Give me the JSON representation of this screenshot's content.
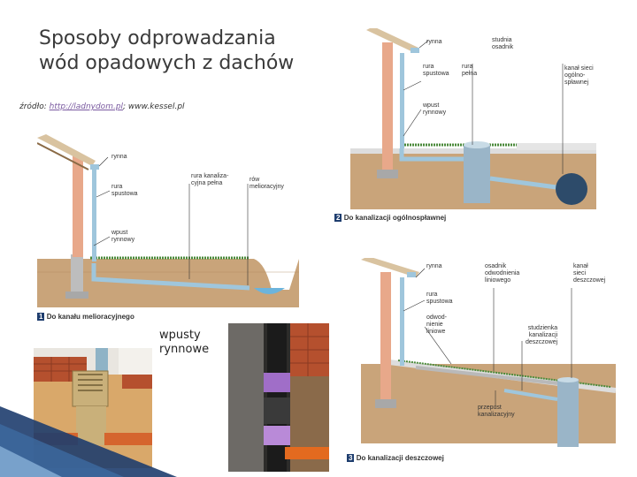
{
  "slide": {
    "title_line1": "Sposoby odprowadzania",
    "title_line2": "wód opadowych z dachów",
    "source_prefix": "źródło: ",
    "source_link": "http://ladnydom.pl",
    "source_suffix": "; www.kessel.pl",
    "photo_caption_line1": "wpusty",
    "photo_caption_line2": "rynnowe"
  },
  "diagram1": {
    "labels": {
      "rynna": "rynna",
      "rura_spustowa_1": "rura",
      "rura_spustowa_2": "spustowa",
      "wpust_1": "wpust",
      "wpust_2": "rynnowy",
      "rura_kan_1": "rura kanaliza-",
      "rura_kan_2": "cyjna pełna",
      "row_1": "rów",
      "row_2": "melioracyjny"
    },
    "caption_num": "1",
    "caption": "Do kanału melioracyjnego"
  },
  "diagram2": {
    "labels": {
      "rynna": "rynna",
      "rura_spustowa_1": "rura",
      "rura_spustowa_2": "spustowa",
      "rura_pelna_1": "rura",
      "rura_pelna_2": "pełna",
      "wpust_1": "wpust",
      "wpust_2": "rynnowy",
      "studnia_1": "studnia",
      "studnia_2": "osadnik",
      "kanal_1": "kanał sieci",
      "kanal_2": "ogólno-",
      "kanal_3": "spławnej"
    },
    "caption_num": "2",
    "caption": "Do kanalizacji ogólnospławnej"
  },
  "diagram3": {
    "labels": {
      "rynna": "rynna",
      "rura_spustowa_1": "rura",
      "rura_spustowa_2": "spustowa",
      "odwod_1": "odwod-",
      "odwod_2": "nienie",
      "odwod_3": "liniowe",
      "osadnik_1": "osadnik",
      "osadnik_2": "odwodnienia",
      "osadnik_3": "liniowego",
      "kanal_1": "kanał",
      "kanal_2": "sieci",
      "kanal_3": "deszczowej",
      "studzienka_1": "studzienka",
      "studzienka_2": "kanalizacji",
      "studzienka_3": "deszczowej",
      "przepust_1": "przepust",
      "przepust_2": "kanalizacyjny"
    },
    "caption_num": "3",
    "caption": "Do kanalizacji deszczowej"
  },
  "colors": {
    "soil": "#b8956a",
    "wall": "#e8a88a",
    "pipe": "#9fc6dc",
    "water": "#6cb4dc",
    "grass": "#4a8a3a",
    "accent": "#1e3d6e"
  }
}
